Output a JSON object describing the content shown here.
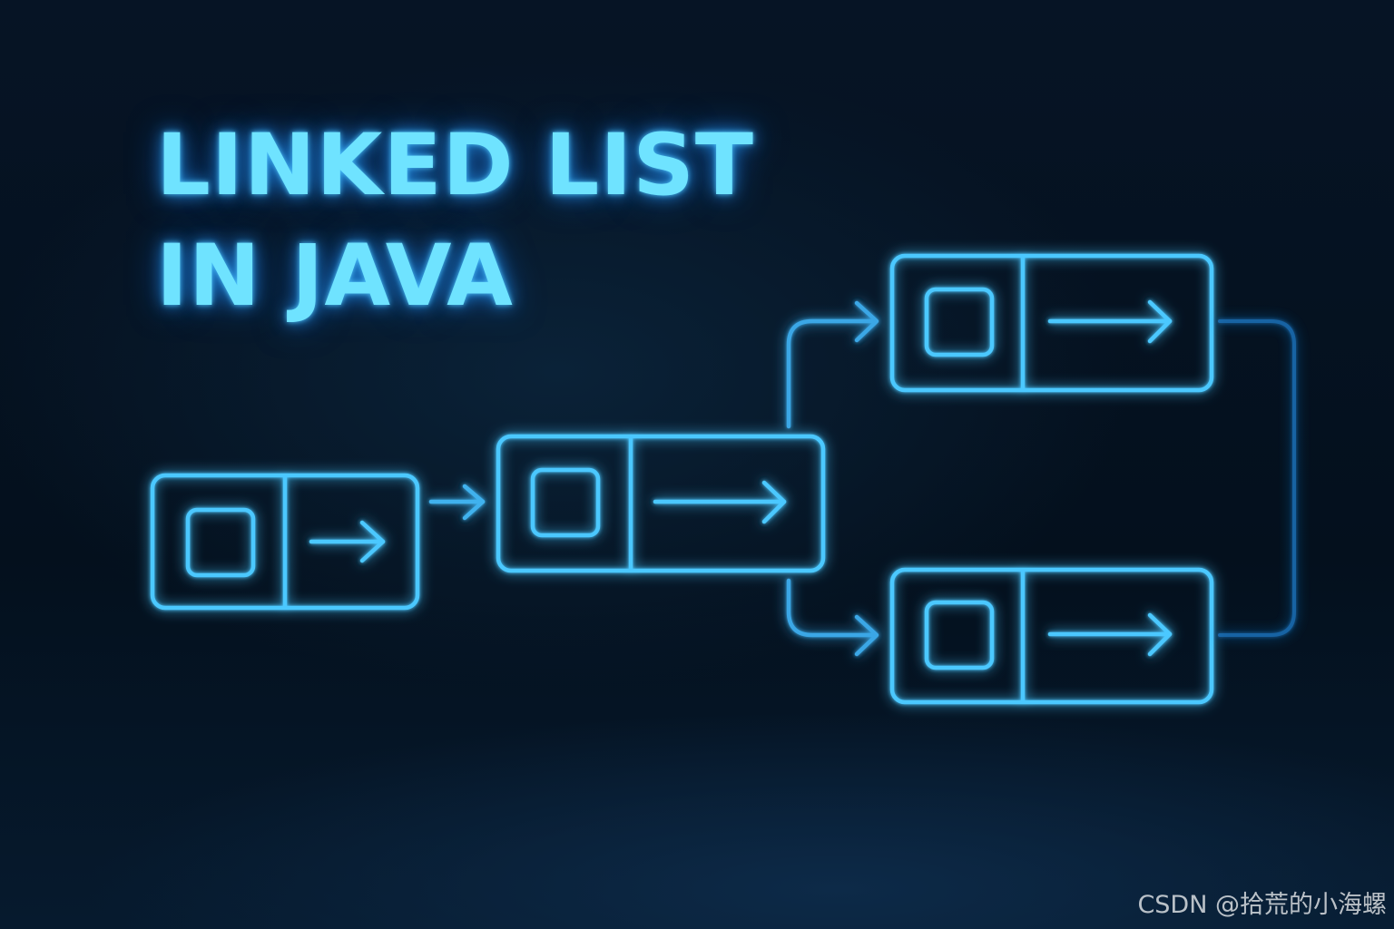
{
  "title": {
    "line1": "LINKED LIST",
    "line2": "IN JAVA"
  },
  "watermark": "CSDN @拾荒的小海螺",
  "colors": {
    "background": "#04111f",
    "neon": "#4cc8ff",
    "title": "#6fe3ff",
    "glow": "#1a8cff"
  },
  "diagram": {
    "node_count": 4,
    "nodes": [
      {
        "id": "node-1",
        "parts": [
          "data-square-icon",
          "next-arrow-icon"
        ]
      },
      {
        "id": "node-2",
        "parts": [
          "data-square-icon",
          "next-arrow-icon"
        ]
      },
      {
        "id": "node-3",
        "parts": [
          "data-square-icon",
          "next-arrow-icon"
        ]
      },
      {
        "id": "node-4",
        "parts": [
          "data-square-icon",
          "next-arrow-icon"
        ]
      }
    ],
    "links": [
      {
        "from": "node-1",
        "to": "node-2"
      },
      {
        "from": "node-2",
        "to": "node-3"
      },
      {
        "from": "node-2",
        "to": "node-4"
      },
      {
        "from": "node-3",
        "to": "node-4"
      }
    ]
  }
}
